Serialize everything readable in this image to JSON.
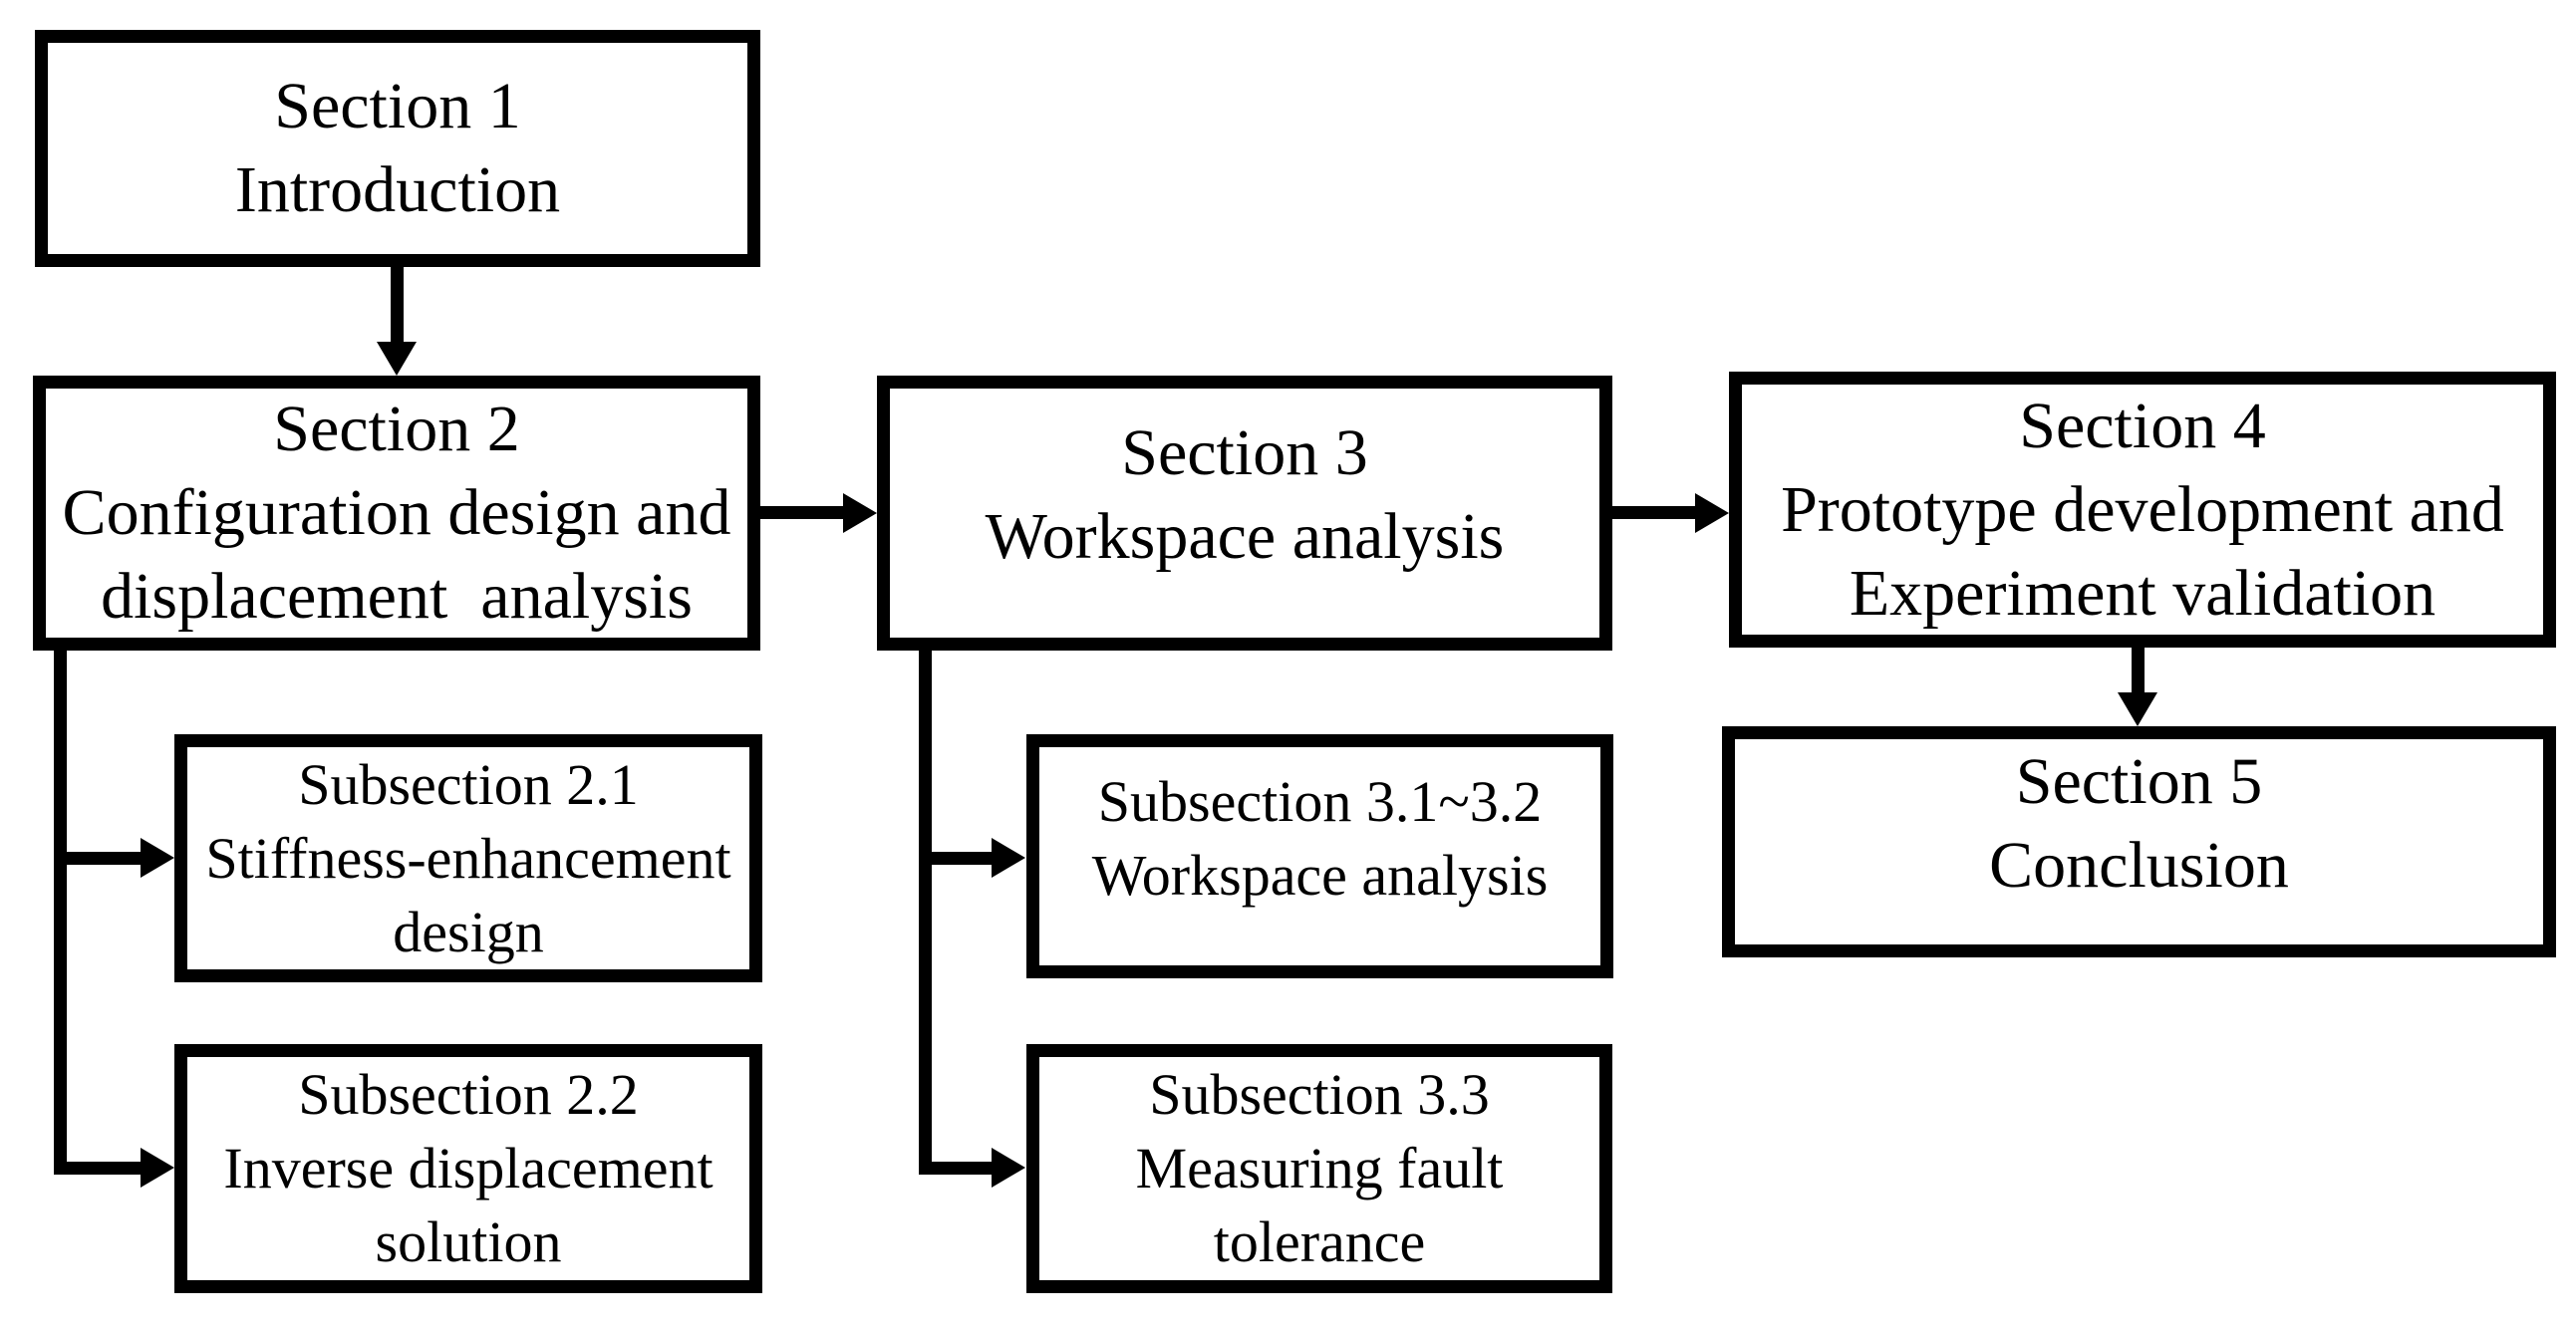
{
  "diagram": {
    "type": "flowchart",
    "title": "Paper organization flowchart",
    "background_color": "#ffffff",
    "line_color": "#000000",
    "text_color": "#000000",
    "boxes": [
      {
        "id": "section-1",
        "lines": [
          "Section 1",
          "Introduction"
        ]
      },
      {
        "id": "section-2",
        "lines": [
          "Section 2",
          "Configuration design and",
          "displacement  analysis"
        ]
      },
      {
        "id": "section-3",
        "lines": [
          "Section 3",
          "Workspace analysis"
        ]
      },
      {
        "id": "section-4",
        "lines": [
          "Section 4",
          "Prototype development and",
          "Experiment validation"
        ]
      },
      {
        "id": "section-5",
        "lines": [
          "Section 5",
          "Conclusion"
        ]
      },
      {
        "id": "subsection-2-1",
        "lines": [
          "Subsection 2.1",
          "Stiffness-enhancement",
          "design"
        ]
      },
      {
        "id": "subsection-2-2",
        "lines": [
          "Subsection 2.2",
          "Inverse displacement",
          "solution"
        ]
      },
      {
        "id": "subsection-3-1-3-2",
        "lines": [
          "Subsection 3.1~3.2",
          "Workspace analysis"
        ]
      },
      {
        "id": "subsection-3-3",
        "lines": [
          "Subsection 3.3",
          "Measuring fault",
          "tolerance"
        ]
      }
    ],
    "connections": [
      {
        "from": "section-1",
        "to": "section-2",
        "style": "straight-arrow-down"
      },
      {
        "from": "section-2",
        "to": "section-3",
        "style": "straight-arrow-right"
      },
      {
        "from": "section-3",
        "to": "section-4",
        "style": "straight-arrow-right"
      },
      {
        "from": "section-4",
        "to": "section-5",
        "style": "straight-arrow-down"
      },
      {
        "from": "section-2",
        "to": "subsection-2-1",
        "style": "elbow-arrow"
      },
      {
        "from": "section-2",
        "to": "subsection-2-2",
        "style": "elbow-arrow"
      },
      {
        "from": "section-3",
        "to": "subsection-3-1-3-2",
        "style": "elbow-arrow"
      },
      {
        "from": "section-3",
        "to": "subsection-3-3",
        "style": "elbow-arrow"
      }
    ]
  }
}
